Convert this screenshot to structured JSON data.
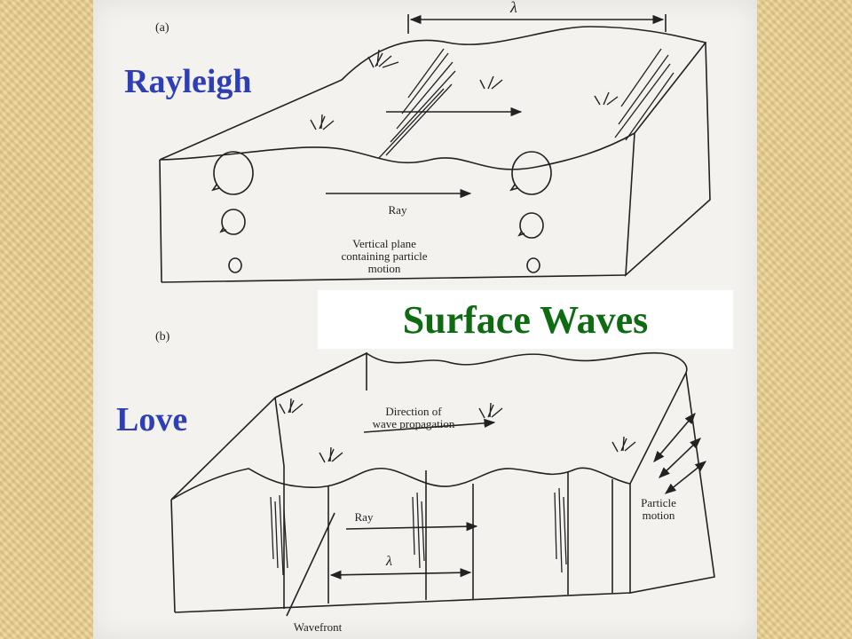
{
  "title": "Surface Waves",
  "wave_names": {
    "rayleigh": "Rayleigh",
    "love": "Love"
  },
  "panel_a": {
    "label": "(a)",
    "lambda": "λ",
    "ray": "Ray",
    "plane_text": [
      "Vertical plane",
      "containing particle",
      "motion"
    ]
  },
  "panel_b": {
    "label": "(b)",
    "direction_text": [
      "Direction of",
      "wave propagation"
    ],
    "ray": "Ray",
    "lambda": "λ",
    "particle_text": [
      "Particle",
      "motion"
    ],
    "wavefront": "Wavefront"
  },
  "colors": {
    "title": "#0e6b12",
    "wave_name": "#2e3fb5",
    "ink": "#222222",
    "border": "#e9cf8f"
  }
}
